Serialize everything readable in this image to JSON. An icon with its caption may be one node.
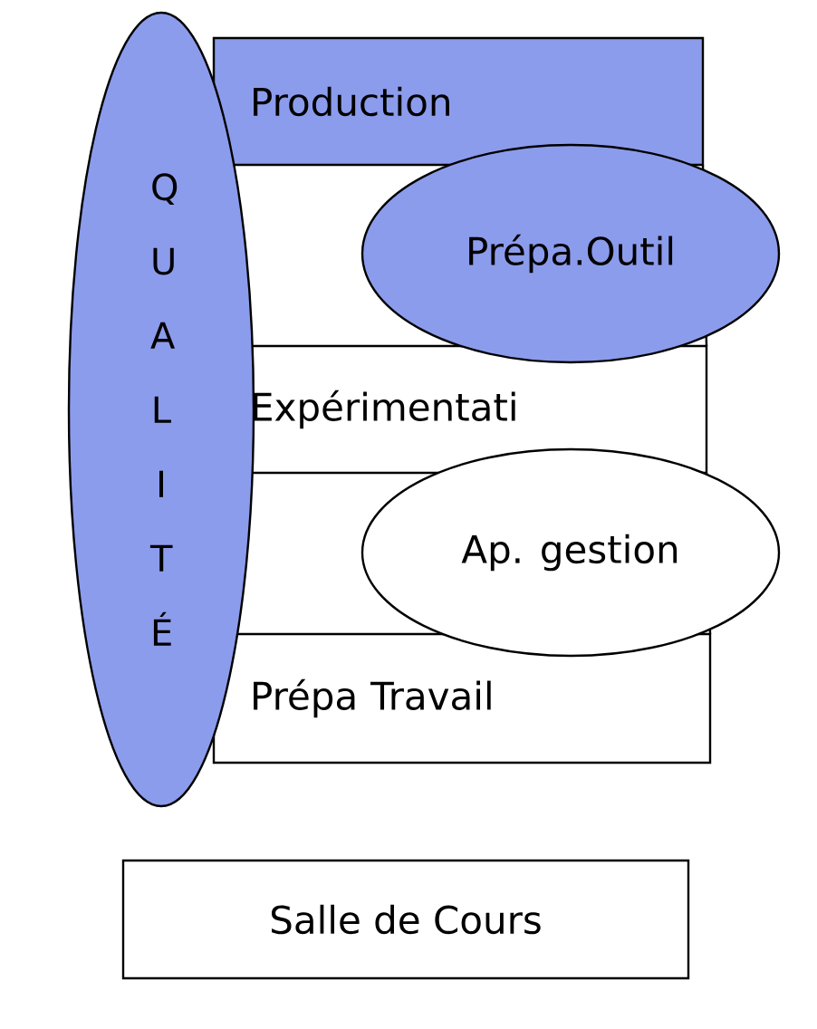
{
  "diagram": {
    "nodes": [
      {
        "text": [
          "Q U A L I T É"
        ]
      },
      {
        "text": [
          "Production"
        ]
      },
      {
        "text": [
          "Prépa.Outil"
        ]
      },
      {
        "text": [
          "Expérimentati"
        ]
      },
      {
        "text": [
          "Ap. gestion"
        ]
      },
      {
        "text": [
          "Prépa Travail"
        ]
      },
      {
        "text": [
          "Salle de Cours"
        ]
      }
    ]
  }
}
